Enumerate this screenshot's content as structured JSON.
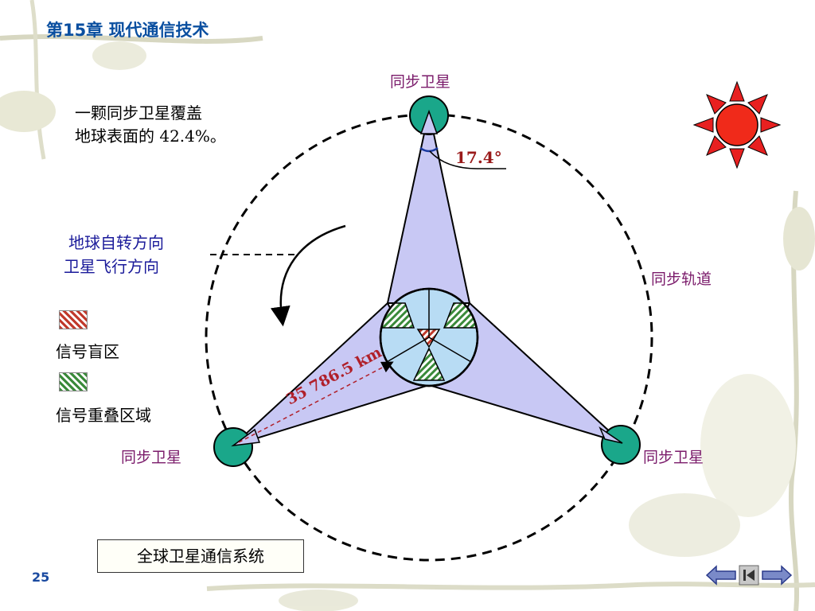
{
  "header": {
    "chapter_title": "第15章   现代通信技术"
  },
  "page_number": "25",
  "coverage_note": {
    "line1": "一颗同步卫星覆盖",
    "line2": "地球表面的 42.4%。"
  },
  "satellites": {
    "top": "同步卫星",
    "left": "同步卫星",
    "right": "同步卫星"
  },
  "orbit_label": "同步轨道",
  "rotation_labels": {
    "earth": "地球自转方向",
    "satellite": "卫星飞行方向"
  },
  "legend": {
    "blind": "信号盲区",
    "overlap": "信号重叠区域"
  },
  "angle_label": "17.4°",
  "distance_label": "35 786.5 km",
  "caption": "全球卫星通信系统",
  "colors": {
    "coverage_fill": "#c8c8f4",
    "satellite_fill": "#1aa78a",
    "earth_fill": "#b8dcf4",
    "sun_red": "#e82020",
    "label_purple": "#7a1a6a",
    "label_blue": "#1a1a9a"
  },
  "icons": {
    "sun": "sun-icon",
    "nav": [
      "prev-arrow-icon",
      "first-page-icon",
      "next-arrow-icon"
    ]
  }
}
